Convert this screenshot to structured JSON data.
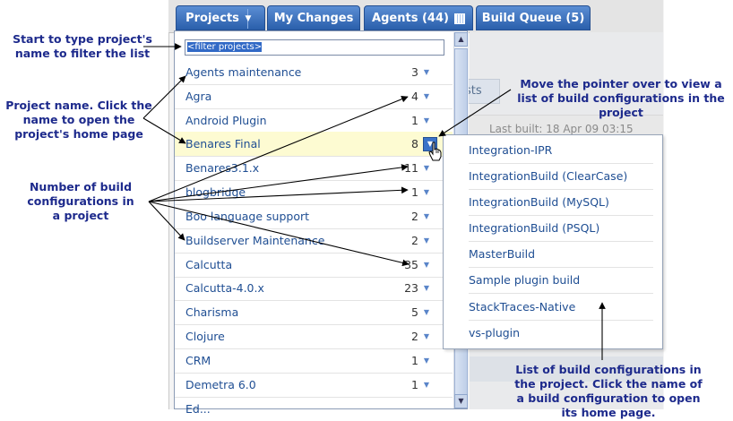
{
  "tabs": [
    {
      "label": "Projects"
    },
    {
      "label": "My Changes"
    },
    {
      "label": "Agents (44)"
    },
    {
      "label": "Build Queue (5)"
    }
  ],
  "filter_placeholder": "<filter projects>",
  "background": {
    "tests_button": "ests",
    "last_built": "Last built: 18 Apr 09 03:15"
  },
  "projects": [
    {
      "name": "Agents maintenance",
      "count": "3"
    },
    {
      "name": "Agra",
      "count": "4"
    },
    {
      "name": "Android Plugin",
      "count": "1"
    },
    {
      "name": "Benares Final",
      "count": "8"
    },
    {
      "name": "Benares3.1.x",
      "count": "11"
    },
    {
      "name": "blogbridge",
      "count": "1"
    },
    {
      "name": "Boo language support",
      "count": "2"
    },
    {
      "name": "Buildserver Maintenance",
      "count": "2"
    },
    {
      "name": "Calcutta",
      "count": "35"
    },
    {
      "name": "Calcutta-4.0.x",
      "count": "23"
    },
    {
      "name": "Charisma",
      "count": "5"
    },
    {
      "name": "Clojure",
      "count": "2"
    },
    {
      "name": "CRM",
      "count": "1"
    },
    {
      "name": "Demetra 6.0",
      "count": "1"
    },
    {
      "name": "Ed...",
      "count": ""
    }
  ],
  "build_configurations": [
    "Integration-IPR",
    "IntegrationBuild (ClearCase)",
    "IntegrationBuild (MySQL)",
    "IntegrationBuild (PSQL)",
    "MasterBuild",
    "Sample plugin build",
    "StackTraces-Native",
    "vs-plugin"
  ],
  "annotations": {
    "filter_note": "Start to type project's name to filter the list",
    "project_name_note": "Project name. Click the name to open the project's home page",
    "count_note": "Number of build configurations in a project",
    "hover_note": "Move the pointer over to view a list of build configurations in the project",
    "list_note": "List of build configurations in the project. Click the name of a build configuration to open its home page."
  },
  "colors": {
    "tab_blue": "#2a5fab",
    "link_blue": "#1f4e93",
    "annotation_navy": "#1d2a8c",
    "highlight_row": "#fdfbd2"
  }
}
